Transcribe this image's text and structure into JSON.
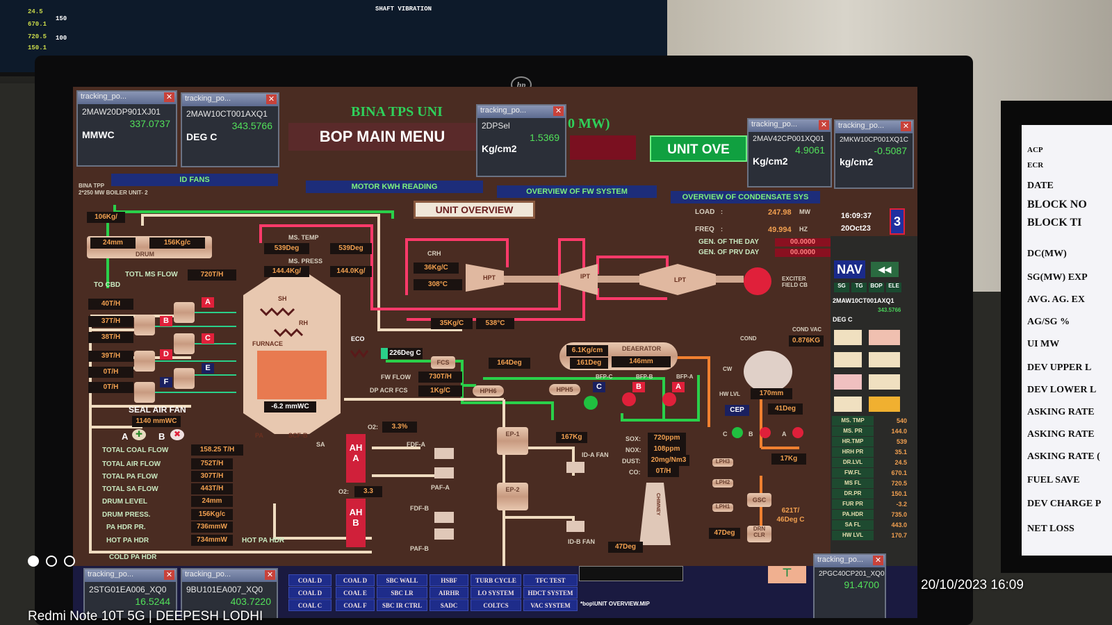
{
  "background_monitor": {
    "label": "SHAFT VIBRATION",
    "readings": [
      "150",
      "100",
      "24.5",
      "670.1",
      "720.5",
      "150.1"
    ]
  },
  "title": {
    "line1": "BINA TPS UNI",
    "line2": "0 MW)",
    "subtitle1": "BINA TPP",
    "subtitle2": "2*250 MW BOILER UNIT- 2"
  },
  "header": {
    "main_menu": "BOP MAIN MENU",
    "unit_overview_btn": "UNIT OVE",
    "panel_title": "UNIT OVERVIEW"
  },
  "popups": [
    {
      "title": "tracking_po...",
      "tag": "2MAW20DP901XJ01",
      "value": "337.0737",
      "unit": "MMWC"
    },
    {
      "title": "tracking_po...",
      "tag": "2MAW10CT001AXQ1",
      "value": "343.5766",
      "unit": "DEG C"
    },
    {
      "title": "tracking_po...",
      "tag": "2DPSel",
      "value": "1.5369",
      "unit": "Kg/cm2"
    },
    {
      "title": "tracking_po...",
      "tag": "2MAV42CP001XQ01",
      "value": "4.9061",
      "unit": "Kg/cm2"
    },
    {
      "title": "tracking_po...",
      "tag": "2MKW10CP001XQ1C",
      "value": "-0.5087",
      "unit": "kg/cm2"
    },
    {
      "title": "tracking_po...",
      "tag": "2STG01EA006_XQ0",
      "value": "16.5244"
    },
    {
      "title": "tracking_po...",
      "tag": "9BU101EA007_XQ0",
      "value": "403.7220"
    },
    {
      "title": "tracking_po...",
      "tag": "2PGC40CP201_XQ0",
      "value": "91.4700"
    }
  ],
  "nav": [
    "ID FANS",
    "MOTOR KWH READING",
    "OVERVIEW OF FW SYSTEM",
    "OVERVIEW OF CONDENSATE SYS"
  ],
  "status": {
    "load_label": "LOAD",
    "load": "247.98",
    "load_unit": "MW",
    "freq_label": "FREQ",
    "freq": "49.994",
    "freq_unit": "HZ",
    "gen_day_label": "GEN. OF THE DAY",
    "gen_day": "00.0000",
    "gen_prv_label": "GEN. OF PRV DAY",
    "gen_prv": "00.0000",
    "colon": ":",
    "time": "16:09:37",
    "date": "20Oct23",
    "unit_no": "3"
  },
  "boiler": {
    "drum_in": "106Kg/",
    "drum_level": "24mm",
    "drum_press": "156Kg/c",
    "drum_label": "DRUM",
    "to_cbd": "TO CBD",
    "ms_flow_label": "TOTL MS FLOW",
    "ms_flow": "720T/H",
    "mills": [
      {
        "flow": "40T/H",
        "id": "A"
      },
      {
        "flow": "37T/H",
        "id": "B"
      },
      {
        "flow": "38T/H",
        "id": "C"
      },
      {
        "flow": "39T/H",
        "id": "D"
      },
      {
        "flow": "0T/H",
        "id": "E"
      },
      {
        "flow": "0T/H",
        "id": "F"
      }
    ],
    "ms_temp_label": "MS. TEMP",
    "ms_temp_a": "539Deg",
    "ms_temp_b": "539Deg",
    "ms_press_label": "MS. PRESS",
    "ms_press_a": "144.4Kg/",
    "ms_press_b": "144.0Kg/",
    "sh": "SH",
    "rh": "RH",
    "furnace": "FURNACE",
    "eco": "ECO",
    "eco_temp": "226Deg C",
    "furnace_press": "-6.2 mmWC",
    "seal_air_fan": "SEAL AIR FAN",
    "seal_air_val": "1140 mmWC",
    "fan_a": "A",
    "fan_b": "B",
    "sa": "SA",
    "pa": "PA",
    "safb": "SCF-B"
  },
  "totals": [
    {
      "label": "TOTAL COAL FLOW",
      "value": "158.25 T/H"
    },
    {
      "label": "TOTAL AIR FLOW",
      "value": "752T/H"
    },
    {
      "label": "TOTAL PA FLOW",
      "value": "307T/H"
    },
    {
      "label": "TOTAL SA FLOW",
      "value": "443T/H"
    },
    {
      "label": "DRUM LEVEL",
      "value": "24mm"
    },
    {
      "label": "DRUM PRESS.",
      "value": "156Kg/c"
    },
    {
      "label": "PA HDR PR.",
      "value": "736mmW"
    },
    {
      "label": "HOT PA HDR",
      "value": "734mmW"
    }
  ],
  "hot_pa_hdr": "HOT PA HDR",
  "cold_pa_hdr": "COLD PA HDR",
  "turbine": {
    "crh": "CRH",
    "crh_press": "36Kg/C",
    "crh_temp": "308°C",
    "hrh_press": "35Kg/C",
    "hrh_temp": "538°C",
    "hpt": "HPT",
    "ipt": "IPT",
    "lpt": "LPT",
    "exciter": "EXCITER FIELD CB"
  },
  "feedwater": {
    "fcs": "FCS",
    "fw_flow_label": "FW FLOW",
    "fw_flow": "730T/H",
    "dp_label": "DP ACR FCS",
    "dp": "1Kg/C",
    "fw_temp": "164Deg",
    "hph6": "HPH6",
    "hph5": "HPH5",
    "deaerator": "DEAERATOR",
    "da_press": "6.1Kg/cm",
    "da_temp": "161Deg",
    "da_level": "146mm",
    "bfp": [
      "BFP-C",
      "BFP-B",
      "BFP-A"
    ],
    "bfp_ids": [
      "C",
      "B",
      "A"
    ]
  },
  "condensate": {
    "cond_vac_label": "COND VAC",
    "cond_vac": "0.876KG",
    "cond": "COND",
    "cw": "CW",
    "hw_lvl_label": "HW LVL",
    "hw_lvl": "170mm",
    "cep": "CEP",
    "cep_temp": "41Deg",
    "cep_ids": [
      "C",
      "B",
      "A"
    ],
    "lp_press": "17Kg",
    "lph3": "LPH3",
    "lph2": "LPH2",
    "lph1": "LPH1",
    "gsc": "GSC",
    "flow": "621T/",
    "temp": "46Deg C",
    "drn_clr": "DRN CLR",
    "flow2": "47Deg"
  },
  "air_flue": {
    "o2_a": "3.3%",
    "o2_b": "3.3",
    "o2_label": "O2:",
    "ah_a": "AH A",
    "ah_b": "AH B",
    "fdf_a": "FDF-A",
    "fdf_b": "FDF-B",
    "paf_a": "PAF-A",
    "paf_b": "PAF-B",
    "esp1": "EP-1",
    "esp2": "EP-2",
    "flue_press": "167Kg",
    "idf_a": "ID-A FAN",
    "idf_b": "ID-B FAN",
    "sox_label": "SOX:",
    "sox": "720ppm",
    "nox_label": "NOX:",
    "nox": "108ppm",
    "dust_label": "DUST:",
    "dust": "20mg/Nm3",
    "co_label": "CO:",
    "co": "0T/H",
    "chimney": "CHIMNEY",
    "stack_temp": "47Deg"
  },
  "side_panel": {
    "nav": "NAV",
    "tabs": [
      "SG",
      "TG",
      "BOP",
      "ELE"
    ],
    "tag": "2MAW10CT001AXQ1",
    "tag_val": "343.5766",
    "tag_unit": "DEG C",
    "params": [
      {
        "label": "MS. TMP",
        "value": "540"
      },
      {
        "label": "MS. PR",
        "value": "144.0"
      },
      {
        "label": "HR.TMP",
        "value": "539"
      },
      {
        "label": "HRH PR",
        "value": "35.1"
      },
      {
        "label": "DR.LVL",
        "value": "24.5"
      },
      {
        "label": "FW.FL",
        "value": "670.1"
      },
      {
        "label": "MS FL",
        "value": "720.5"
      },
      {
        "label": "DR.PR",
        "value": "150.1"
      },
      {
        "label": "FUR PR",
        "value": "-3.2"
      },
      {
        "label": "PA.HDR",
        "value": "735.0"
      },
      {
        "label": "SA FL",
        "value": "443.0"
      },
      {
        "label": "HW LVL",
        "value": "170.7"
      }
    ]
  },
  "bottom_menu": [
    [
      "COAL D",
      "SBC WALL",
      "HSBF",
      "TURB CYCLE",
      "TFC TEST"
    ],
    [
      "COAL E",
      "SBC LR",
      "AIRHR",
      "LO SYSTEM",
      "HDCT SYSTEM"
    ],
    [
      "COAL F",
      "SBC IR CTRL",
      "SADC",
      "COLTCS",
      "VAC SYSTEM"
    ]
  ],
  "bottom_left_menu": [
    "COAL D",
    "COAL D",
    "COAL C"
  ],
  "status_bar": "*bop\\UNIT OVERVIEW.MIP",
  "right_monitor": [
    "ACP",
    "ECR",
    "DATE",
    "BLOCK NO",
    "BLOCK TI",
    "DC(MW)",
    "SG(MW) EXP",
    "AVG. AG. EX",
    "AG/SG %",
    "UI MW",
    "DEV UPPER L",
    "DEV LOWER L",
    "ASKING RATE",
    "ASKING RATE",
    "ASKING RATE (",
    "FUEL SAVE",
    "DEV CHARGE P",
    "NET LOSS"
  ],
  "watermark": {
    "device": "Redmi Note 10T 5G | DEEPESH LODHI",
    "datetime": "20/10/2023  16:09"
  },
  "colors": {
    "screen_bg": "#4a2c22",
    "steam": "#ff3a6a",
    "water": "#2ad04a",
    "air": "#f0dcc0",
    "nav_bg": "#1d2d7a",
    "value_text": "#f2a050"
  }
}
